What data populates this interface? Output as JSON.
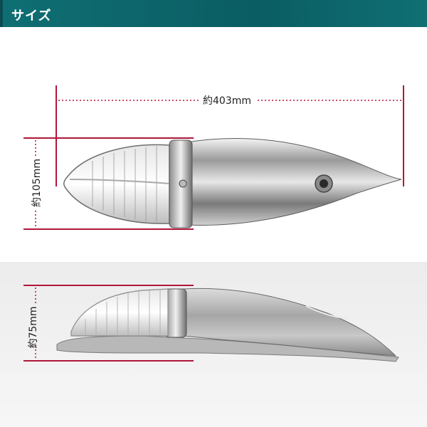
{
  "header": {
    "title": "サイズ",
    "bar_color": "#0a5d63"
  },
  "dimensions": {
    "length_label": "約403mm",
    "top_height_label": "約105mm",
    "side_height_label": "約75mm",
    "line_color": "#b0163a"
  },
  "product": {
    "top_view": "chrome-cab-marker-light-top",
    "side_view": "chrome-cab-marker-light-side"
  }
}
